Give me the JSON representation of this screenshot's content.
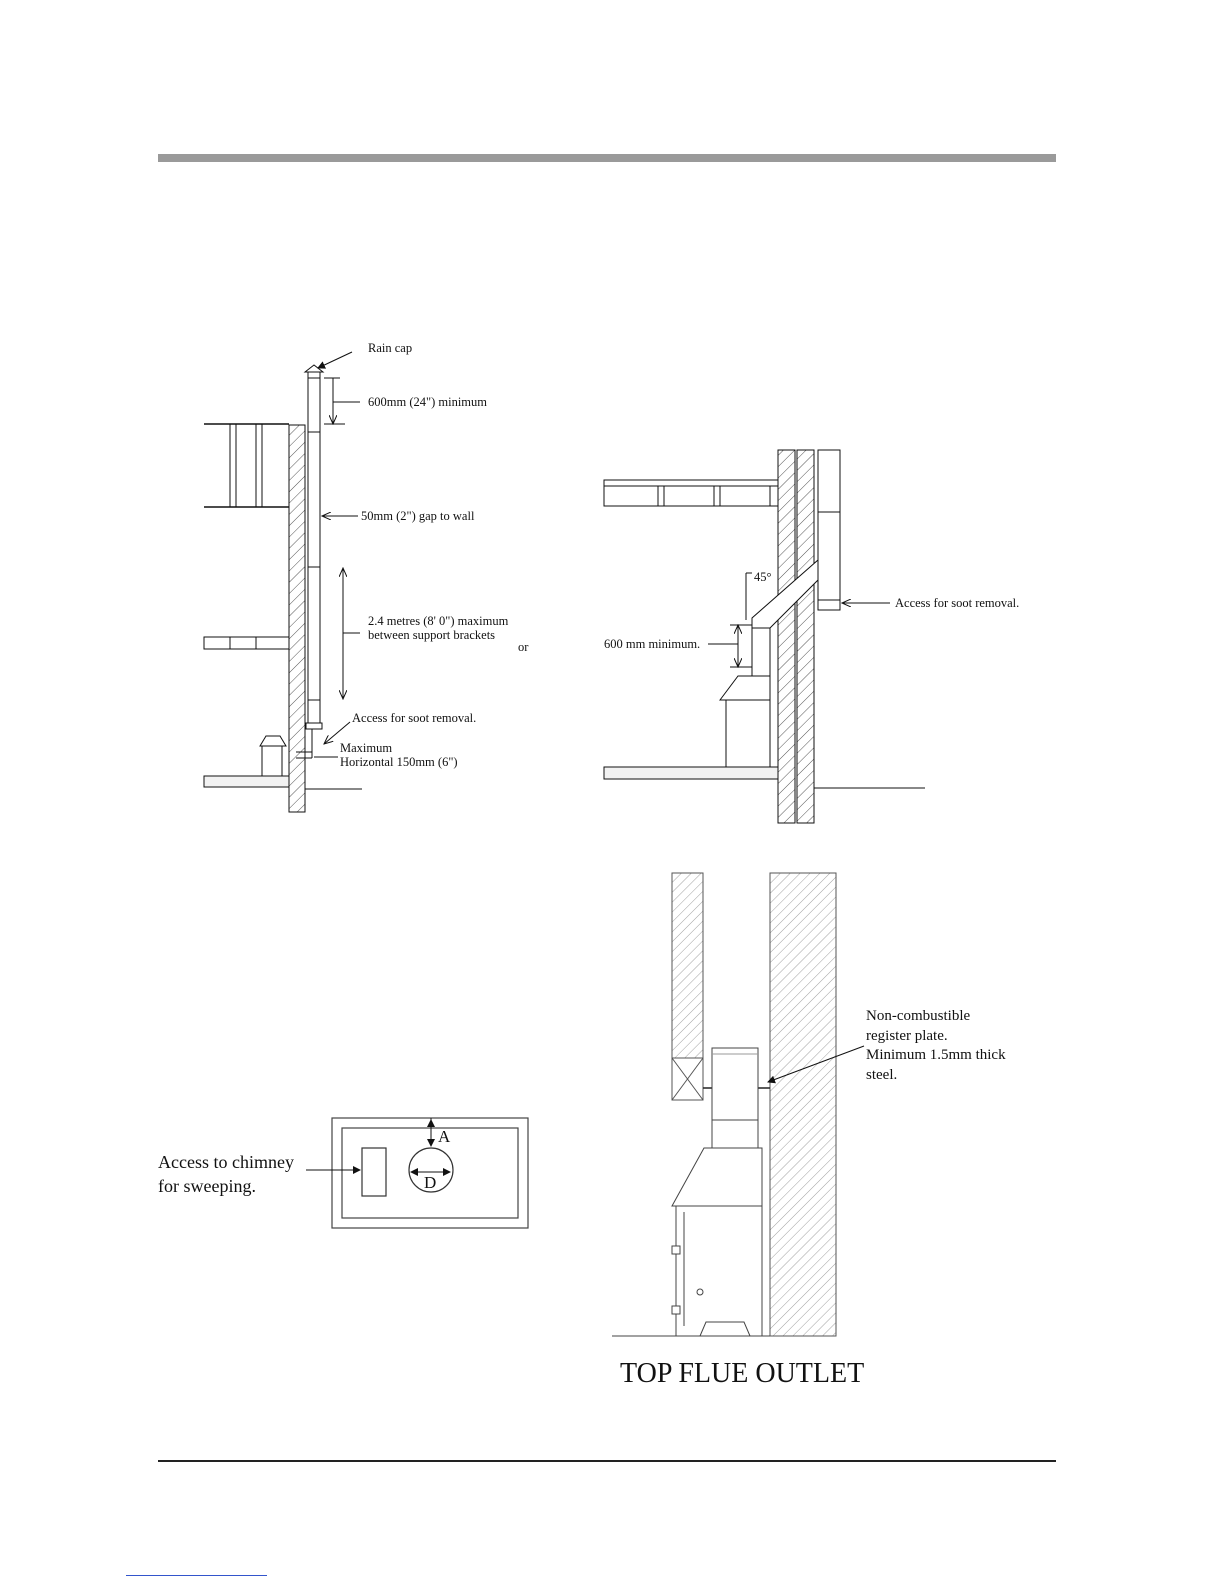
{
  "diagram1": {
    "rain_cap": "Rain cap",
    "min_height": "600mm (24\") minimum",
    "gap": "50mm (2\") gap to wall",
    "max_line1": "2.4 metres (8' 0\") maximum",
    "max_line2": "between support brackets",
    "or": "or",
    "access": "Access for soot removal.",
    "horiz_line1": "Maximum",
    "horiz_line2": "Horizontal 150mm (6\")"
  },
  "diagram2": {
    "angle": "45°",
    "access": "Access for soot removal.",
    "min": "600 mm minimum."
  },
  "diagram3": {
    "access_line1": "Access to chimney",
    "access_line2": "for sweeping.",
    "letter_a": "A",
    "letter_d": "D"
  },
  "diagram4": {
    "plate_line1": "Non-combustible",
    "plate_line2": "register plate.",
    "plate_line3": "Minimum 1.5mm thick",
    "plate_line4": "steel.",
    "title": "TOP FLUE OUTLET"
  }
}
